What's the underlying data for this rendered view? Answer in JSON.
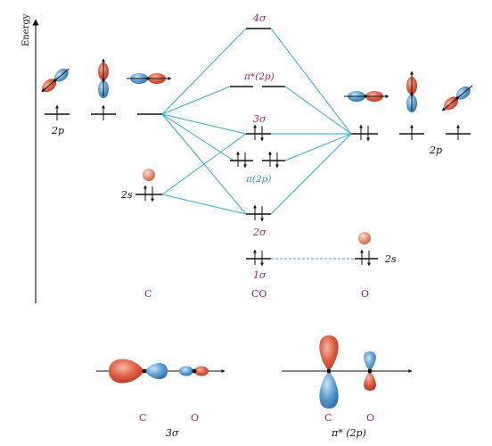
{
  "axis": {
    "label": "Energy"
  },
  "species": {
    "left": "C",
    "center": "CO",
    "right": "O"
  },
  "atomic_labels": {
    "c_2p": "2p",
    "c_2s": "2s",
    "o_2p": "2p",
    "o_2s": "2s"
  },
  "mo_labels": {
    "s4": "4σ",
    "pistar": "π*(2p)",
    "s3": "3σ",
    "pi": "π(2p)",
    "s2": "2σ",
    "s1": "1σ"
  },
  "orbital_pictures": {
    "left": {
      "c_label": "C",
      "o_label": "O",
      "caption": "3σ"
    },
    "right": {
      "c_label": "C",
      "o_label": "O",
      "caption": "π* (2p)"
    }
  },
  "colors": {
    "correlation_line": "#35a8c9",
    "label_magenta": "#a0256e",
    "label_cyan": "#2b9fc2",
    "lobe_red": "#d9503a",
    "lobe_blue": "#4f94c9"
  }
}
